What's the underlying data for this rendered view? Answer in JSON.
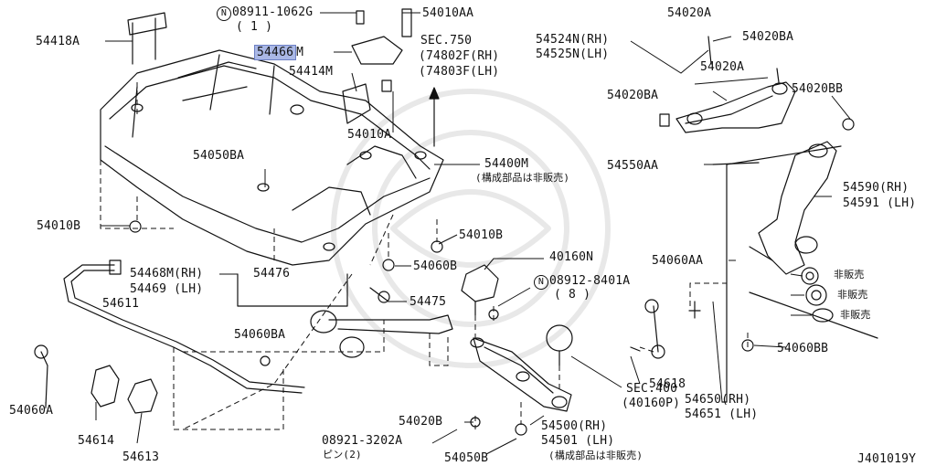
{
  "labels": {
    "p54418A": "54418A",
    "p08911_1062G": "08911-1062G",
    "p08911_qty": "( 1 )",
    "p54010AA": "54010AA",
    "p54466M_hl": "54466",
    "p54466M_suffix": "M",
    "pSEC750": "SEC.750",
    "p74802F": "(74802F(RH)",
    "p74803F": "(74803F(LH)",
    "p54414M": "54414M",
    "p54010A": "54010A",
    "p54524N": "54524N(RH)",
    "p54525N": "54525N(LH)",
    "p54020A_top": "54020A",
    "p54020BA_top": "54020BA",
    "p54020A_mid": "54020A",
    "p54020BA_left": "54020BA",
    "p54020BB": "54020BB",
    "p54050BA": "54050BA",
    "p54400M": "54400M",
    "p54400M_note": "(構成部品は非販売)",
    "p54550AA": "54550AA",
    "p54590": "54590(RH)",
    "p54591": "54591 (LH)",
    "p54010B_left": "54010B",
    "p54010B_mid": "54010B",
    "p40160N": "40160N",
    "p54468M": "54468M(RH)",
    "p54469": "54469 (LH)",
    "p54476": "54476",
    "p54060B": "54060B",
    "p08912_8401A": "08912-8401A",
    "p08912_qty": "( 8 )",
    "p54060AA": "54060AA",
    "p54611": "54611",
    "p54475": "54475",
    "p_hihanbai_1": "非販売",
    "p_hihanbai_2": "非販売",
    "p_hihanbai_3": "非販売",
    "p54060BA": "54060BA",
    "p54060BB": "54060BB",
    "p54060A": "54060A",
    "p54618": "54618",
    "pSEC400": "SEC.400",
    "p40160P": "(40160P)",
    "p54650": "54650(RH)",
    "p54651": "54651 (LH)",
    "p54020B": "54020B",
    "p54500": "54500(RH)",
    "p54501": "54501 (LH)",
    "p54501_note": "(構成部品は非販売)",
    "p54614": "54614",
    "p54613": "54613",
    "p08921_3202A": "08921-3202A",
    "p_pin": "ピン(2)",
    "p54050B": "54050B",
    "p_drawing_no": "J401019Y",
    "n_mark": "N"
  }
}
